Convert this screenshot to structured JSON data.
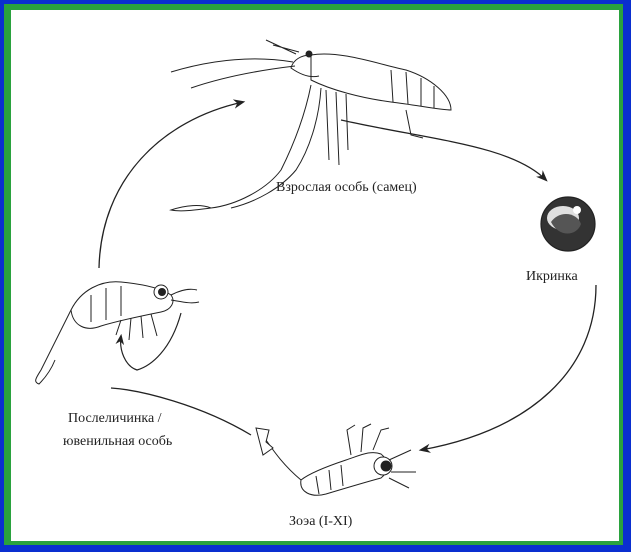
{
  "diagram": {
    "stages": {
      "adult": "Взрослая особь (самец)",
      "egg": "Икринка",
      "zoea": "Зоэа (I-XI)",
      "postlarva_line1": "Послеличинка /",
      "postlarva_line2": "ювенильная особь"
    }
  },
  "colors": {
    "outer_border": "#0a2fd0",
    "inner_border": "#2aa23e",
    "background": "#ffffff",
    "ink": "#222222"
  }
}
